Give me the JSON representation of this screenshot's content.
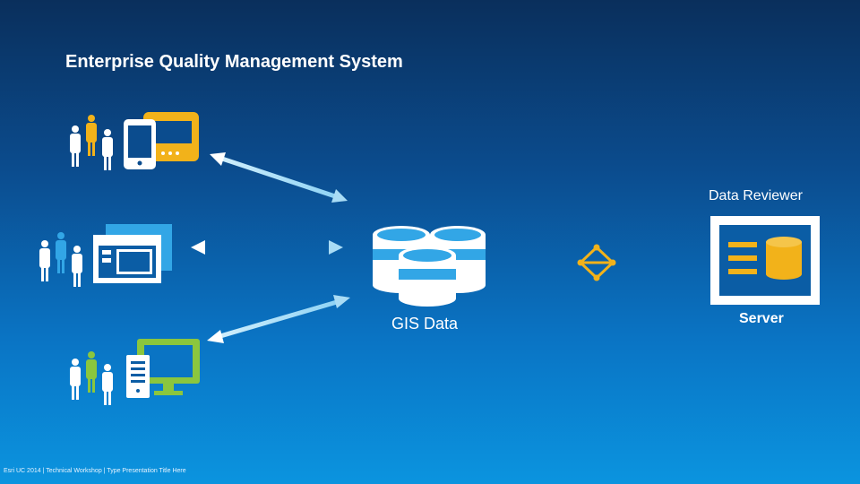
{
  "title": "Enterprise Quality Management System",
  "labels": {
    "data_reviewer": "Data Reviewer",
    "gis_data": "GIS Data",
    "server": "Server"
  },
  "footer": "Esri UC 2014 | Technical Workshop | Type Presentation Title Here",
  "icons": [
    "people-group-icon",
    "tablet-phone-icon",
    "desktop-window-icon",
    "workstation-computer-icon",
    "database-stack-icon",
    "network-connector-icon",
    "reviewer-server-icon",
    "double-arrow-icon"
  ],
  "colors": {
    "gold": "#f2b21a",
    "light_blue": "#32a6e6",
    "green": "#8bc63e",
    "white": "#ffffff",
    "arrow": "#a9dcf5"
  }
}
